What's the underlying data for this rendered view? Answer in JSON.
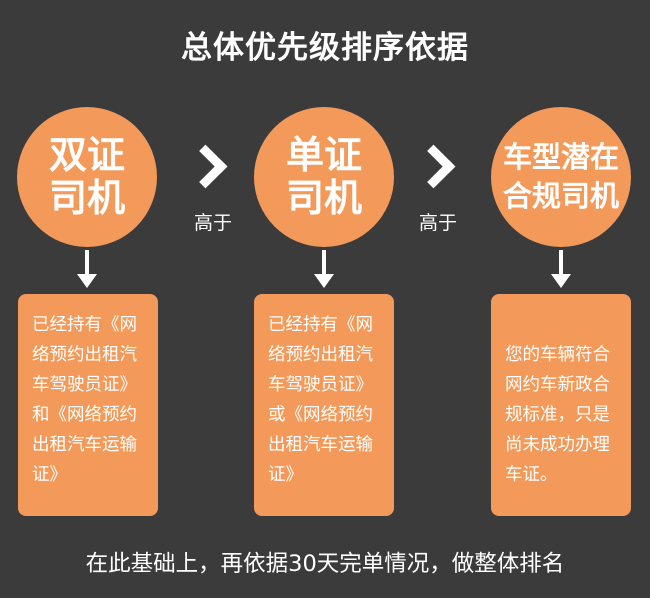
{
  "title": "总体优先级排序依据",
  "levels": [
    {
      "circle_lines": [
        "双证",
        "司机"
      ],
      "card_lines": [
        "已经持有《网",
        "络预约出租汽",
        "车驾驶员证》",
        "和《网络预约",
        "出租汽车运输",
        "证》"
      ]
    },
    {
      "circle_lines": [
        "单证",
        "司机"
      ],
      "card_lines": [
        "已经持有《网",
        "络预约出租汽",
        "车驾驶员证》",
        "或《网络预约",
        "出租汽车运输",
        "证》"
      ]
    },
    {
      "circle_lines": [
        "车型潜在",
        "合规司机"
      ],
      "card_lines": [
        "您的车辆符合",
        "网约车新政合",
        "规标准，只是",
        "尚未成功办理",
        "车证。"
      ]
    }
  ],
  "connector_label": "高于",
  "footer": "在此基础上，再依据30天完单情况，做整体排名",
  "colors": {
    "background": "#3b3b3b",
    "accent": "#f39a5a",
    "text": "#ffffff"
  },
  "icons": {
    "connector": "chevron-right-icon",
    "down": "arrow-down-icon"
  }
}
